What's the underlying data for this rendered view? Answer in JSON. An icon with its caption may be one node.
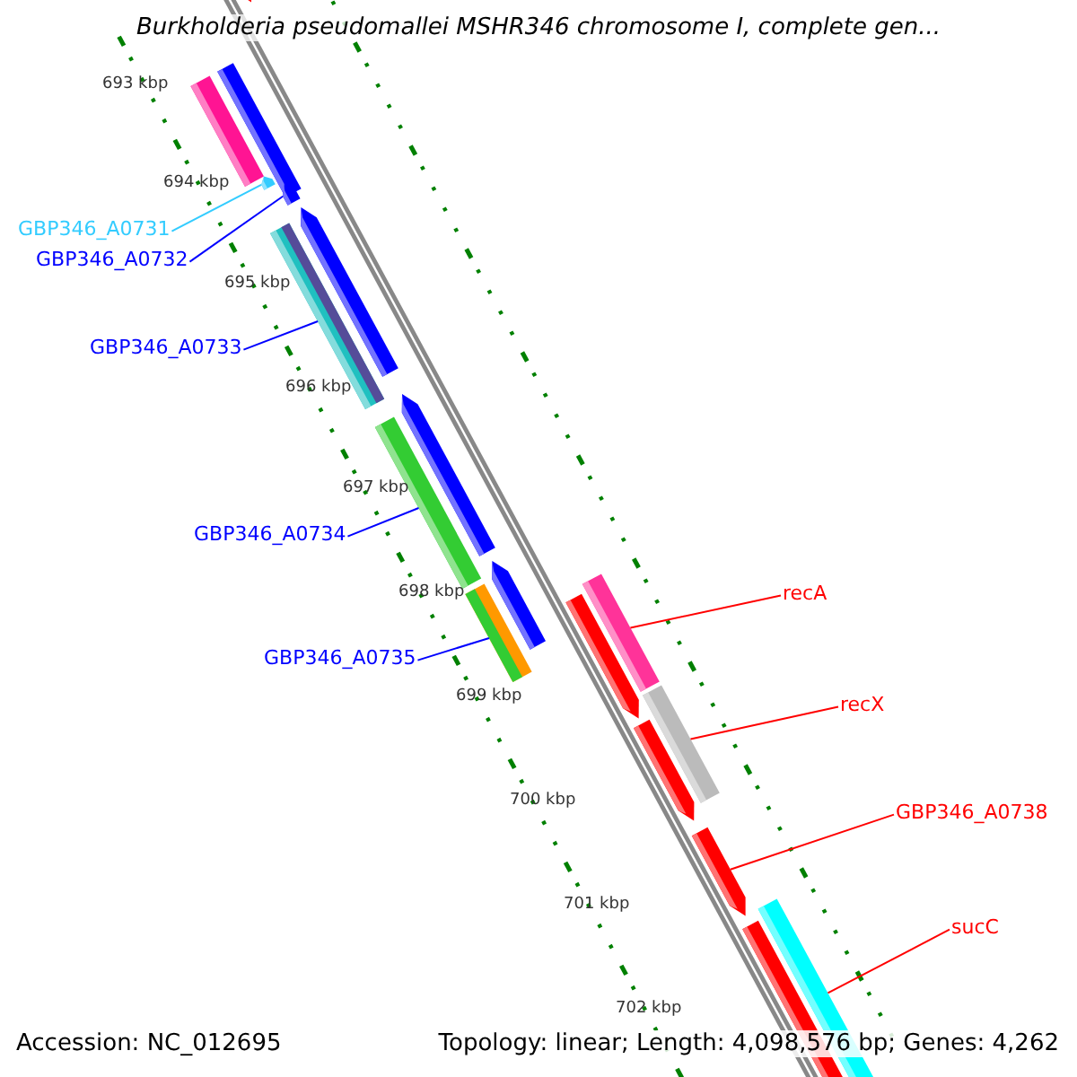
{
  "diagram": {
    "title": "Burkholderia pseudomallei MSHR346 chromosome I, complete gen...",
    "nodes": [
      {
        "text": [
          "GBP346_A0731"
        ]
      },
      {
        "text": [],
        "shape": "arrow"
      },
      {
        "text": [
          "GBP346_A0732"
        ]
      },
      {
        "text": [],
        "shape": "arrow"
      },
      {
        "text": [
          "GBP346_A0733"
        ]
      },
      {
        "text": [],
        "shape": "bar"
      },
      {
        "text": [
          "GBP346_A0734"
        ]
      },
      {
        "text": [],
        "shape": "bar"
      },
      {
        "text": [
          "GBP346_A0735"
        ]
      },
      {
        "text": [],
        "shape": "bar"
      },
      {
        "text": [
          "recA"
        ]
      },
      {
        "text": [],
        "shape": "bar"
      },
      {
        "text": [
          "recX"
        ]
      },
      {
        "text": [],
        "shape": "bar"
      },
      {
        "text": [
          "GBP346_A0738"
        ]
      },
      {
        "text": [],
        "shape": "arrow"
      },
      {
        "text": [
          "sucC"
        ]
      },
      {
        "text": [],
        "shape": "bar"
      }
    ],
    "edges": [
      {
        "from": 0,
        "to": 1,
        "arrow": "none",
        "color": "#33ccff"
      },
      {
        "from": 2,
        "to": 3,
        "arrow": "none",
        "color": "#0000ff"
      },
      {
        "from": 4,
        "to": 5,
        "arrow": "none",
        "color": "#0000ff"
      },
      {
        "from": 6,
        "to": 7,
        "arrow": "none",
        "color": "#0000ff"
      },
      {
        "from": 8,
        "to": 9,
        "arrow": "none",
        "color": "#0000ff"
      },
      {
        "from": 10,
        "to": 11,
        "arrow": "none",
        "color": "#ff0000"
      },
      {
        "from": 12,
        "to": 13,
        "arrow": "none",
        "color": "#ff0000"
      },
      {
        "from": 14,
        "to": 15,
        "arrow": "none",
        "color": "#ff0000"
      },
      {
        "from": 16,
        "to": 17,
        "arrow": "none",
        "color": "#ff0000"
      }
    ],
    "labels": [
      "693 kbp",
      "694 kbp",
      "695 kbp",
      "696 kbp",
      "697 kbp",
      "698 kbp",
      "699 kbp",
      "700 kbp",
      "701 kbp",
      "702 kbp",
      "Accession: NC_012695",
      "Topology: linear; Length: 4,098,576 bp; Genes: 4,262"
    ]
  }
}
